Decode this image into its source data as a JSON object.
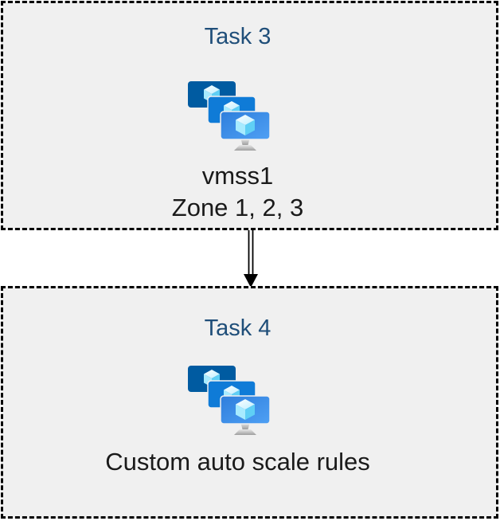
{
  "diagram": {
    "boxes": [
      {
        "id": "task3",
        "title": "Task 3",
        "icon": "vm-scale-sets-icon",
        "labels": [
          "vmss1",
          "Zone 1, 2, 3"
        ]
      },
      {
        "id": "task4",
        "title": "Task 4",
        "icon": "vm-scale-sets-icon",
        "labels": [
          "Custom auto scale rules"
        ]
      }
    ],
    "connector": {
      "type": "double-line-arrow-down",
      "from": "task3",
      "to": "task4"
    }
  },
  "colors": {
    "box_fill": "#f0f0f0",
    "box_border": "#000000",
    "title_text": "#1f4e79",
    "body_text": "#1a1a1a",
    "monitor_back": "#005ba1",
    "monitor_mid": "#0f7bd7",
    "monitor_front_1": "#2e7edc",
    "monitor_front_2": "#4fa0f4",
    "cube_top_1": "#ffffff",
    "cube_top_2": "#beefff",
    "cube_left": "#a7ebff",
    "cube_right": "#5fcff5",
    "stand_1": "#e8e8e8",
    "stand_2": "#9e9e9e",
    "connector": "#000000"
  }
}
